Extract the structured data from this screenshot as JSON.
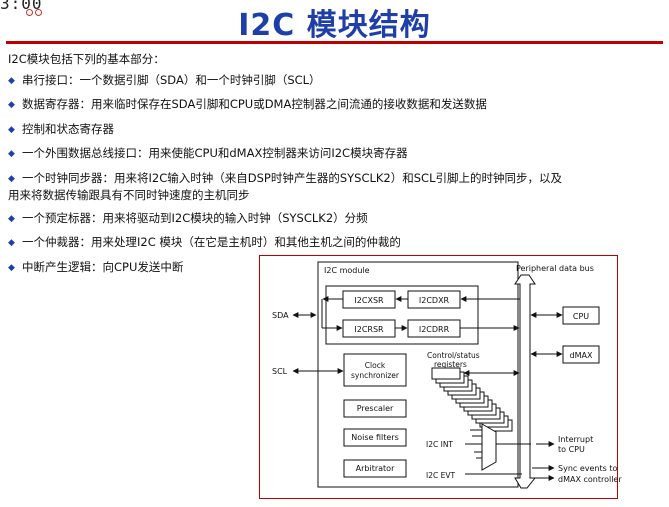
{
  "corner_text": "3:00",
  "title": "I2C 模块结构",
  "intro": "I2C模块包括下列的基本部分：",
  "bullets": [
    "串行接口：一个数据引脚（SDA）和一个时钟引脚（SCL）",
    "数据寄存器：用来临时保存在SDA引脚和CPU或DMA控制器之间流通的接收数据和发送数据",
    "控制和状态寄存器",
    "一个外围数据总线接口：用来使能CPU和dMAX控制器来访问I2C模块寄存器",
    "一个时钟同步器：用来将I2C输入时钟（来自DSP时钟产生器的SYSCLK2）和SCL引脚上的时钟同步，以及",
    "一个预定标器：用来将驱动到I2C模块的输入时钟（SYSCLK2）分频",
    "一个仲裁器：用来处理I2C 模块（在它是主机时）和其他主机之间的仲裁的",
    "中断产生逻辑：向CPU发送中断"
  ],
  "bullet_continuation": "用来将数据传输跟具有不同时钟速度的主机同步",
  "diagram": {
    "module_label": "I2C module",
    "bus_label": "Peripheral data bus",
    "sda": "SDA",
    "scl": "SCL",
    "i2cxsr": "I2CXSR",
    "i2cdxr": "I2CDXR",
    "i2crsr": "I2CRSR",
    "i2cdrr": "I2CDRR",
    "clock_sync_1": "Clock",
    "clock_sync_2": "synchronizer",
    "prescaler": "Prescaler",
    "noise_filters": "Noise filters",
    "arbitrator": "Arbitrator",
    "ctrl_status_1": "Control/status",
    "ctrl_status_2": "registers",
    "cpu": "CPU",
    "dmax": "dMAX",
    "i2c_int": "I2C INT",
    "i2c_evt": "I2C EVT",
    "interrupt_1": "Interrupt",
    "interrupt_2": "to CPU",
    "sync_1": "Sync events to",
    "sync_2": "dMAX controller"
  },
  "colors": {
    "title": "#1f3fa8",
    "rule": "#c00000",
    "bullet": "#1f3fa8",
    "frame": "#c00000"
  }
}
